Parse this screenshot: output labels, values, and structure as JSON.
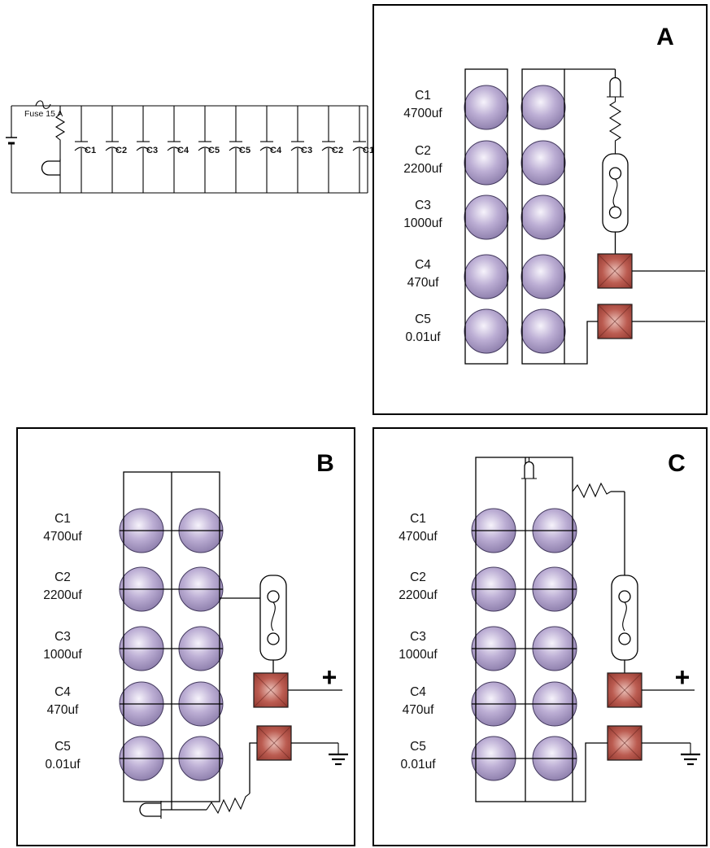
{
  "schematic": {
    "fuse_label": "Fuse 15 A",
    "cap_labels": [
      "C1",
      "C2",
      "C3",
      "C4",
      "C5",
      "C5",
      "C4",
      "C3",
      "C2",
      "C1"
    ]
  },
  "panels": {
    "a": {
      "title": "A",
      "caps": [
        {
          "name": "C1",
          "value": "4700uf"
        },
        {
          "name": "C2",
          "value": "2200uf"
        },
        {
          "name": "C3",
          "value": "1000uf"
        },
        {
          "name": "C4",
          "value": "470uf"
        },
        {
          "name": "C5",
          "value": "0.01uf"
        }
      ]
    },
    "b": {
      "title": "B",
      "plus": "+",
      "caps": [
        {
          "name": "C1",
          "value": "4700uf"
        },
        {
          "name": "C2",
          "value": "2200uf"
        },
        {
          "name": "C3",
          "value": "1000uf"
        },
        {
          "name": "C4",
          "value": "470uf"
        },
        {
          "name": "C5",
          "value": "0.01uf"
        }
      ]
    },
    "c": {
      "title": "C",
      "plus": "+",
      "caps": [
        {
          "name": "C1",
          "value": "4700uf"
        },
        {
          "name": "C2",
          "value": "2200uf"
        },
        {
          "name": "C3",
          "value": "1000uf"
        },
        {
          "name": "C4",
          "value": "470uf"
        },
        {
          "name": "C5",
          "value": "0.01uf"
        }
      ]
    }
  },
  "colors": {
    "capacitor_fill": "#9c8cba",
    "terminal_fill": "#a5463c",
    "line": "#000000"
  }
}
